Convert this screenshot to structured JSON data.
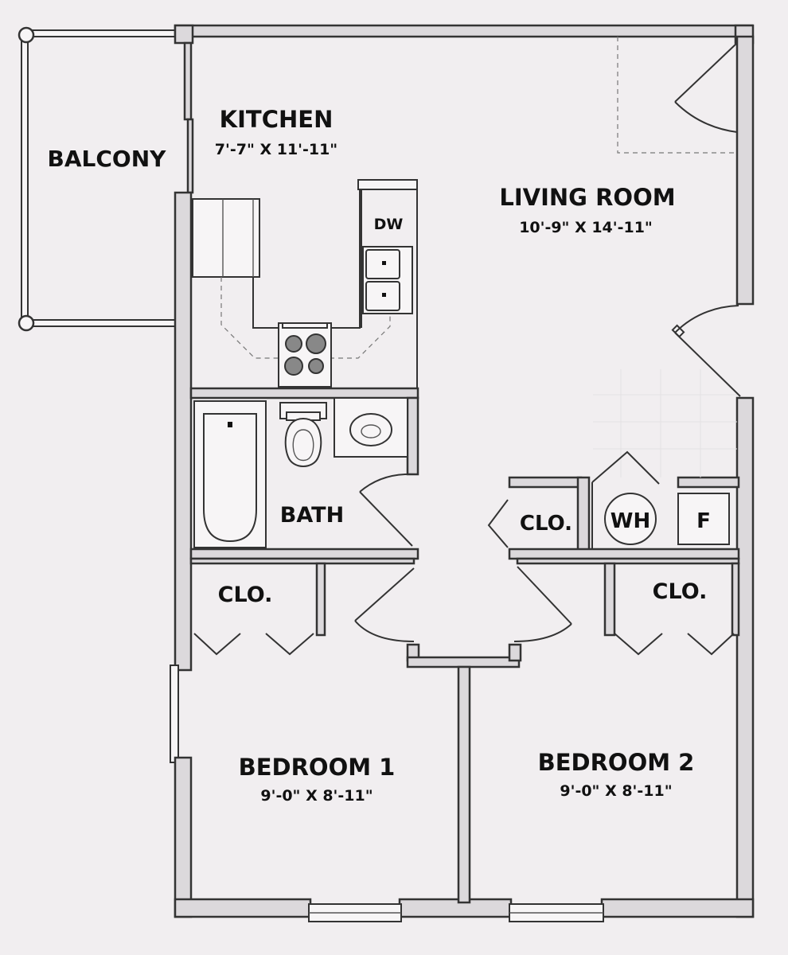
{
  "rooms": {
    "balcony": {
      "name": "BALCONY"
    },
    "kitchen": {
      "name": "KITCHEN",
      "dims": "7'-7\" X 11'-11\""
    },
    "living_room": {
      "name": "LIVING ROOM",
      "dims": "10'-9\" X 14'-11\""
    },
    "bath": {
      "name": "BATH"
    },
    "bedroom1": {
      "name": "BEDROOM 1",
      "dims": "9'-0\" X 8'-11\""
    },
    "bedroom2": {
      "name": "BEDROOM 2",
      "dims": "9'-0\" X 8'-11\""
    }
  },
  "closets": {
    "hall": "CLO.",
    "bedroom1": "CLO.",
    "bedroom2": "CLO."
  },
  "fixtures": {
    "dishwasher": "DW",
    "water_heater": "WH",
    "furnace": "F"
  }
}
